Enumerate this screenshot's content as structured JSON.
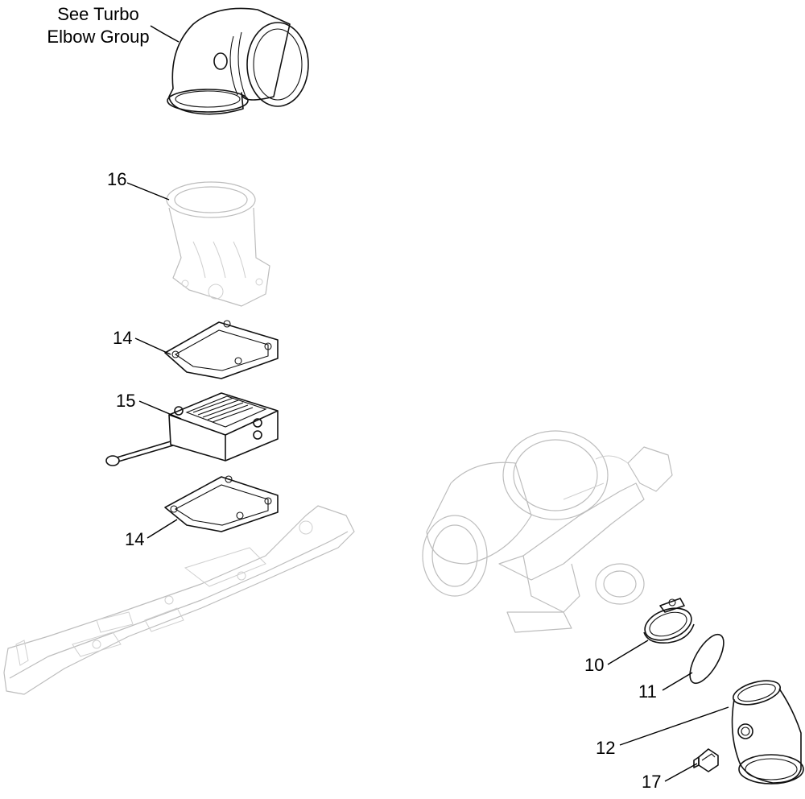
{
  "callouts": {
    "turbo_elbow_line1": "See Turbo",
    "turbo_elbow_line2": "Elbow Group",
    "item_16": "16",
    "item_14_upper": "14",
    "item_15": "15",
    "item_14_lower": "14",
    "item_10": "10",
    "item_11": "11",
    "item_12": "12",
    "item_17": "17"
  }
}
